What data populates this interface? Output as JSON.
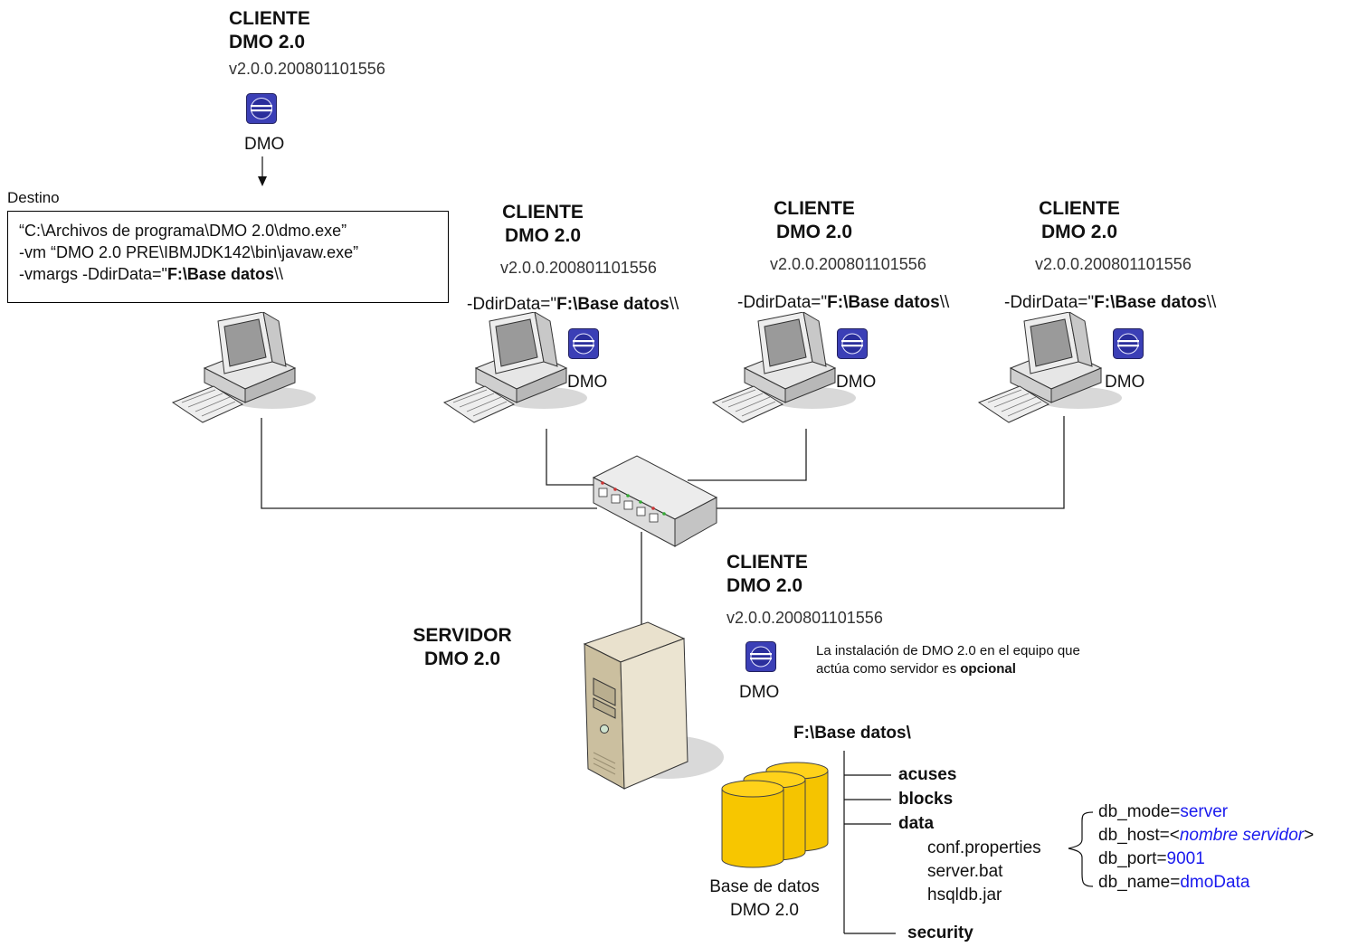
{
  "clients": [
    {
      "title1": "CLIENTE",
      "title2": "DMO 2.0",
      "version": "v2.0.0.200801101556",
      "icon_label": "DMO",
      "icon": "eclipse-dmo-icon"
    },
    {
      "title1": "CLIENTE",
      "title2": "DMO 2.0",
      "version": "v2.0.0.200801101556",
      "param_prefix": "-DdirData=\"",
      "param_bold": "F:\\Base datos",
      "param_suffix": "\\\\",
      "icon_label": "DMO",
      "icon": "eclipse-dmo-icon"
    },
    {
      "title1": "CLIENTE",
      "title2": "DMO 2.0",
      "version": "v2.0.0.200801101556",
      "param_prefix": "-DdirData=\"",
      "param_bold": "F:\\Base datos",
      "param_suffix": "\\\\",
      "icon_label": "DMO",
      "icon": "eclipse-dmo-icon"
    },
    {
      "title1": "CLIENTE",
      "title2": "DMO 2.0",
      "version": "v2.0.0.200801101556",
      "param_prefix": "-DdirData=\"",
      "param_bold": "F:\\Base datos",
      "param_suffix": "\\\\",
      "icon_label": "DMO",
      "icon": "eclipse-dmo-icon"
    },
    {
      "title1": "CLIENTE",
      "title2": "DMO 2.0",
      "version": "v2.0.0.200801101556",
      "icon_label": "DMO",
      "icon": "eclipse-dmo-icon"
    }
  ],
  "destino": {
    "label": "Destino",
    "line1": "“C:\\Archivos de programa\\DMO 2.0\\dmo.exe”",
    "line2": "-vm “DMO 2.0 PRE\\IBMJDK142\\bin\\javaw.exe”",
    "line3_prefix": "-vmargs -DdirData=\"",
    "line3_bold": "F:\\Base datos",
    "line3_suffix": "\\\\"
  },
  "server": {
    "title1": "SERVIDOR",
    "title2": "DMO 2.0"
  },
  "note": {
    "text1": "La instalación de DMO 2.0 en el equipo que",
    "text2": "actúa como servidor es ",
    "text2_bold": "opcional"
  },
  "database": {
    "caption1": "Base de datos",
    "caption2": "DMO 2.0"
  },
  "folder": {
    "root": "F:\\Base datos\\",
    "dirs": [
      "acuses",
      "blocks",
      "data",
      "security"
    ],
    "files": [
      "conf.properties",
      "server.bat",
      "hsqldb.jar"
    ]
  },
  "properties": [
    {
      "key": "db_mode=",
      "value": "server"
    },
    {
      "key": "db_host=<",
      "value": "nombre servidor",
      "suffix": ">"
    },
    {
      "key": "db_port=",
      "value": "9001"
    },
    {
      "key": "db_name=",
      "value": "dmoData"
    }
  ],
  "colors": {
    "accent_blue": "#1a1aee",
    "db_yellow": "#ffcc00",
    "icon_blue": "#3b3fb6"
  }
}
